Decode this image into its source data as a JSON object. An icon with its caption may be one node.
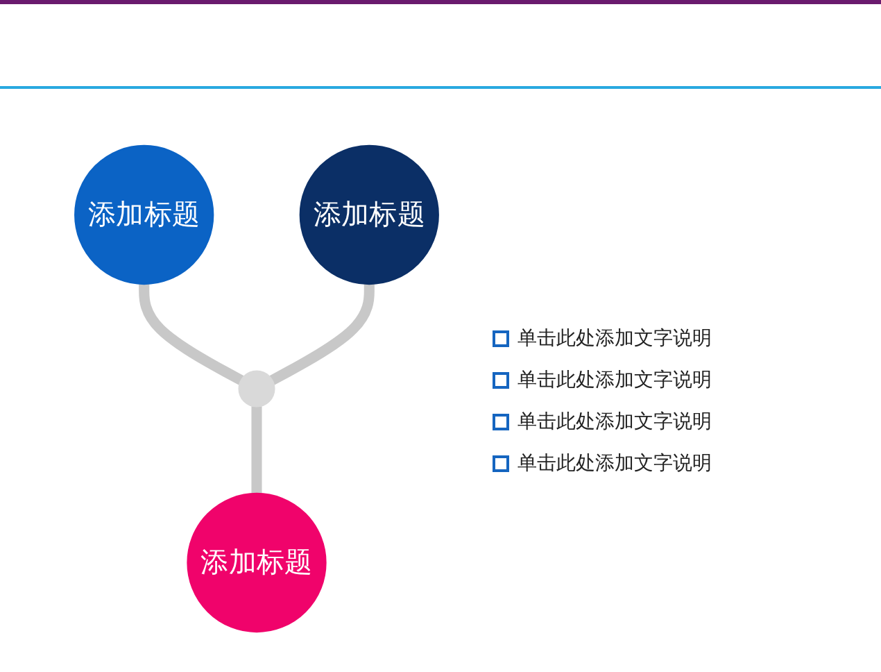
{
  "diagram": {
    "nodes": [
      {
        "text": [
          "添加标题"
        ]
      },
      {
        "text": [
          "添加标题"
        ]
      },
      {
        "text": [],
        "shape": "circle"
      },
      {
        "text": [
          "添加标题"
        ]
      }
    ],
    "edges": [
      {
        "from": 0,
        "to": 2,
        "arrow": "none"
      },
      {
        "from": 1,
        "to": 2,
        "arrow": "none"
      },
      {
        "from": 2,
        "to": 3,
        "arrow": "none"
      }
    ],
    "labels": [
      "单击此处添加文字说明",
      "单击此处添加文字说明",
      "单击此处添加文字说明",
      "单击此处添加文字说明"
    ]
  }
}
